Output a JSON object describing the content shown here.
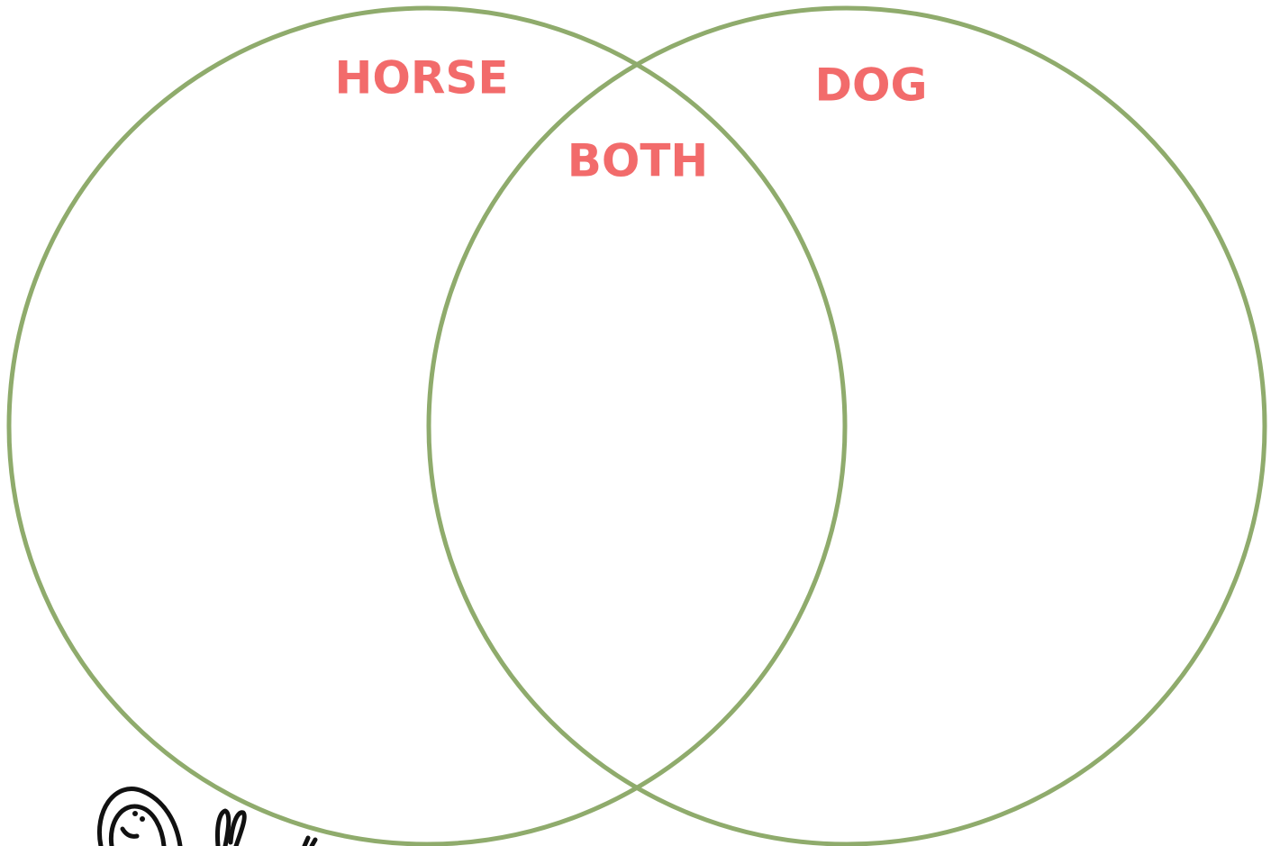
{
  "diagram": {
    "type": "venn",
    "labels": {
      "left": "HORSE",
      "center": "BOTH",
      "right": "DOG"
    },
    "circle_stroke_color": "#8fab6c",
    "label_color": "#f26b6b",
    "corner_clipart_icon": "cartoon-animal-clipart-icon"
  }
}
